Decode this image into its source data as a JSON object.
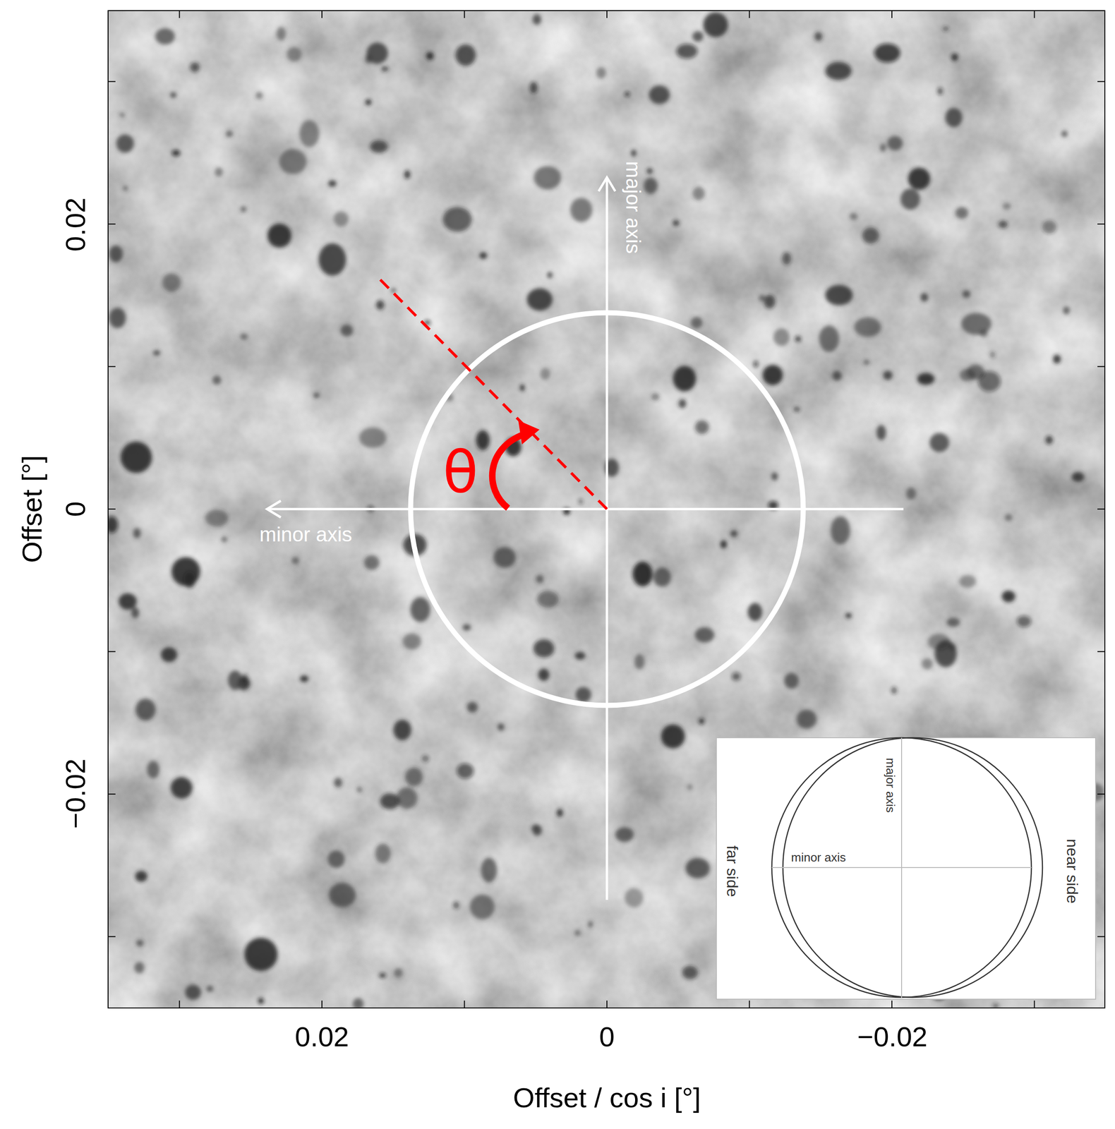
{
  "diagram": {
    "labels": [
      "Offset [°]",
      "0.02",
      "0",
      "−0.02",
      "major axis",
      "θ",
      "minor axis",
      "major axis",
      "far side",
      "minor axis",
      "near side",
      "0.02",
      "0",
      "−0.02",
      "Offset / cos i [°]"
    ]
  }
}
